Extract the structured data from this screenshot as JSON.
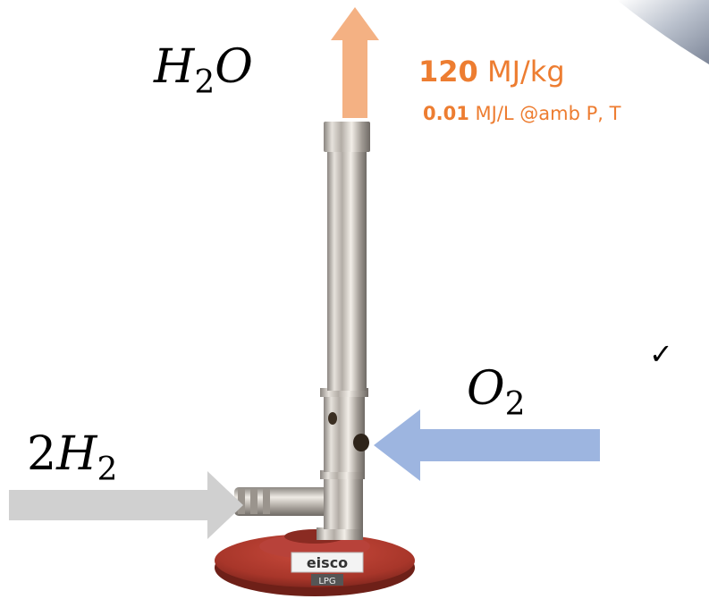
{
  "labels": {
    "product": {
      "main": "H",
      "sub": "2",
      "tail": "O"
    },
    "oxygen": {
      "main": "O",
      "sub": "2"
    },
    "hydrogen": {
      "coef": "2",
      "main": "H",
      "sub": "2"
    }
  },
  "energy": {
    "mass_value": "120",
    "mass_unit": " MJ/kg",
    "volume_value": "0.01",
    "volume_unit": " MJ/L @amb P, T"
  },
  "burner": {
    "brand": "eisco",
    "brand_sub": "LPG"
  },
  "marks": {
    "check": "✓"
  },
  "colors": {
    "orange_arrow": "#F4B183",
    "orange_text": "#ED7D31",
    "blue_arrow": "#9DB5E0",
    "grey_arrow": "#D0D0D0",
    "base_red": "#B23A2E"
  }
}
